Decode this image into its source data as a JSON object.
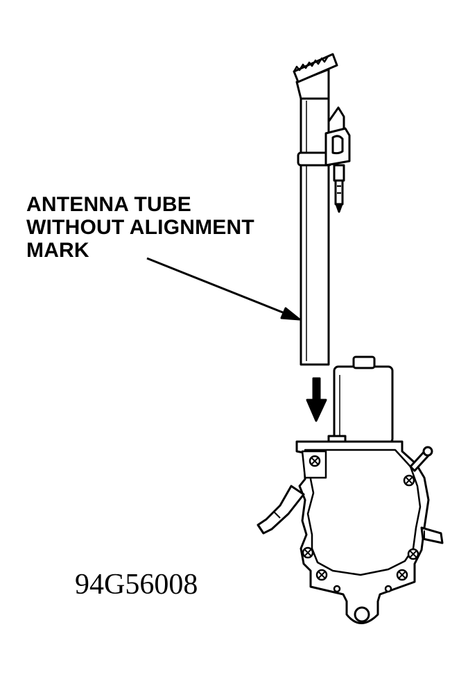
{
  "callout": {
    "line1": "ANTENNA TUBE",
    "line2": "WITHOUT ALIGNMENT",
    "line3": "MARK"
  },
  "figure_id": "94G56008",
  "colors": {
    "ink": "#000000",
    "paper": "#ffffff"
  },
  "icons": [
    "down-arrow-icon",
    "screw-icon"
  ]
}
